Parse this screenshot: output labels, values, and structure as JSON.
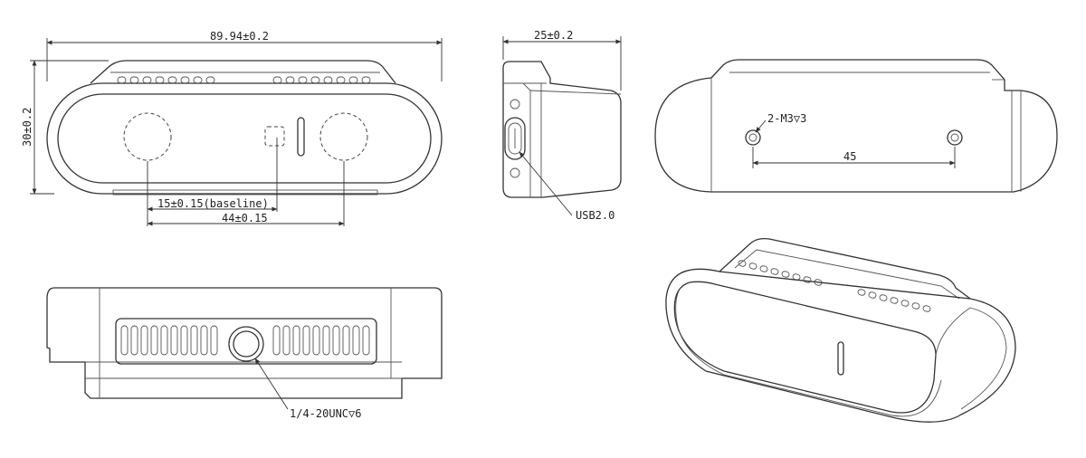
{
  "drawing": {
    "front_view": {
      "overall_width": "89.94±0.2",
      "height": "30±0.2",
      "baseline": "15±0.15(baseline)",
      "lens_span": "44±0.15"
    },
    "side_view": {
      "depth": "25±0.2",
      "port": "USB2.0"
    },
    "back_view": {
      "mount_holes": "2-M3▽3",
      "hole_spacing": "45"
    },
    "bottom_view": {
      "tripod_mount": "1/4-20UNC▽6"
    }
  }
}
